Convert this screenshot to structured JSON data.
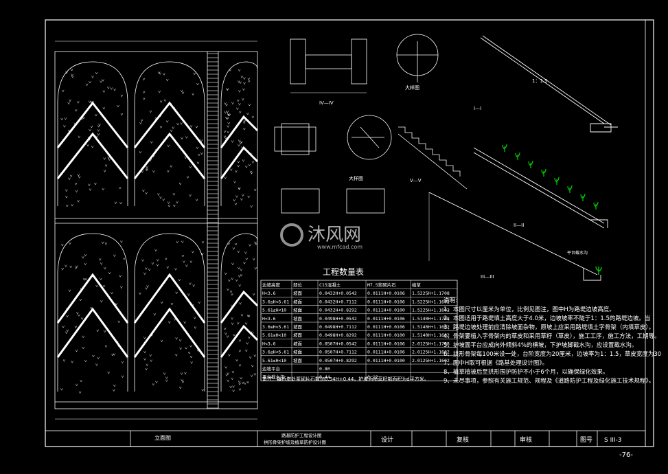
{
  "title_block": {
    "project_line1": "路基防护工程设计图",
    "project_line2": "拱形骨架护坡及植草防护设计图",
    "designer_label": "设计",
    "checker_label": "复核",
    "reviewer_label": "审核",
    "drawing_no_label": "图号",
    "drawing_no": "S III-3",
    "page": "-76-"
  },
  "table": {
    "title": "工程数量表",
    "headers": [
      "边坡高度",
      "部位",
      "C15混凝土",
      "M7.5浆砌片石",
      "植草"
    ],
    "rows": [
      [
        "H<3.6",
        "坡面",
        "0.0432H+0.0542",
        "0.0111H+0.0106",
        "1.5225H+1.1708"
      ],
      [
        "3.6≤H<5.61",
        "坡面",
        "0.0432H+0.7112",
        "0.0111H+0.0106",
        "1.5225H+1.1602"
      ],
      [
        "5.61≤H<10",
        "坡面",
        "0.0432H+0.8292",
        "0.0111H+0.0100",
        "1.5225H+1.1602"
      ],
      [
        "H<3.6",
        "坡面",
        "0.0498H+0.0542",
        "0.0111H+0.0106",
        "1.5140H+1.1708"
      ],
      [
        "3.6≤H<5.61",
        "坡面",
        "0.0498H+0.7112",
        "0.0111H+0.0106",
        "1.5140H+1.1602"
      ],
      [
        "5.61≤H<10",
        "坡面",
        "0.0498H+0.8292",
        "0.0111H+0.0100",
        "1.5140H+1.1602"
      ],
      [
        "H<3.6",
        "坡面",
        "0.0507H+0.0542",
        "0.0111H+0.0106",
        "2.0125H+1.1708"
      ],
      [
        "3.6≤H<5.61",
        "坡面",
        "0.0507H+0.7112",
        "0.0111H+0.0106",
        "2.0125H+1.1602"
      ],
      [
        "5.61≤H<10",
        "坡面",
        "0.0507H+0.8292",
        "0.0111H+0.0100",
        "2.0125H+1.1602"
      ],
      [
        "边坡平台",
        "",
        "0.80",
        "",
        ""
      ],
      [
        "平台截水沟",
        "",
        "0.44",
        "0.12",
        ""
      ]
    ],
    "footnote": "备注：每桥墩处浆砌片石数加0.54H+0.44，护坡面喷草籽部面积为d平方米。"
  },
  "notes": {
    "heading": "说明:",
    "items": [
      "1、本图尺寸以厘米为单位，比例见图注，图中H为路堤边坡高度。",
      "2、本图适用于路堤填土高度大于4.0米，边坡坡率不陡于1：1.5的路堤边坡。当",
      "3、路堤边坡处理前应清除坡面杂物，原坡上应采用路堤填土字骨架（内填草皮）。",
      "4、骨架要植入字骨架内的草皮和采用草籽（草皮），施工工序，施工方法，工期等。",
      "5、护坡面平台应成向外倾斜4%的横坡，下护坡脚截水沟，应设置截水沟。",
      "6、拱形骨架每100米设一处，台阶宽度为20厘米，边坡率为1：1.5，草皮宽度为30",
      "7、图中H取可根据《路基处理设计图》。",
      "8、植草植被后至拱形围护防护不小于6个月，以确保绿化效果。",
      "9、未尽事项，参照有关施工规范、规程及《道路防护工程及绿化施工技术规程》。"
    ]
  },
  "labels": {
    "plan_view": "立面图",
    "detail_a": "大样图",
    "detail_b": "大样图",
    "section_1": "I—I",
    "section_2": "II—II",
    "section_3": "III—III",
    "section_4": "IV—IV",
    "section_5": "V—V",
    "platform_label": "平台截水沟",
    "slope_ratio": "1：1.5",
    "scale_note": "比例见图注",
    "watermark_cn": "沐风网",
    "watermark_en": "www.mfcad.com"
  },
  "colors": {
    "line": "#ffffff",
    "plant": "#00d000",
    "highlight": "#ffff00",
    "background": "#000000"
  }
}
